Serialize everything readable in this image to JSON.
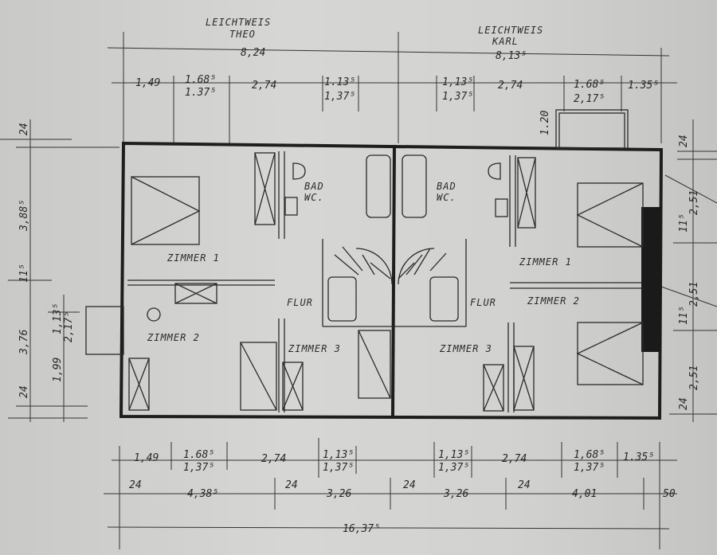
{
  "owners": {
    "left": {
      "surname": "LEICHTWEIS",
      "first": "THEO",
      "width": "8,24"
    },
    "right": {
      "surname": "LEICHTWEIS",
      "first": "KARL",
      "width": "8,13⁵"
    }
  },
  "dims_top": [
    "1,49",
    "1.68⁵",
    "1.37⁵",
    "2,74",
    "1.13⁵",
    "1,37⁵",
    "1,13⁵",
    "1,37⁵",
    "2,74",
    "1.68⁵",
    "2,17⁵",
    "1.35⁵",
    "1.20"
  ],
  "dims_bottom1": [
    "1,49",
    "1.68⁵",
    "1,37⁵",
    "2,74",
    "1,13⁵",
    "1,37⁵",
    "1,13⁵",
    "1,37⁵",
    "2,74",
    "1,68⁵",
    "1,37⁵",
    "1.35⁵"
  ],
  "dims_bottom2": [
    "24",
    "4,38⁵",
    "24",
    "3,26",
    "24",
    "3,26",
    "24",
    "4,01",
    "50"
  ],
  "dims_total": "16,37⁵",
  "dims_left": [
    "24",
    "3,88⁵",
    "11⁵",
    "3,76",
    "24",
    "1,13⁵",
    "2,17⁵",
    "1,99"
  ],
  "dims_right": [
    "24",
    "2,51",
    "11⁵",
    "2,51",
    "11⁵",
    "2,51",
    "24"
  ],
  "rooms": {
    "left": {
      "zimmer1": "ZIMMER 1",
      "zimmer2": "ZIMMER 2",
      "zimmer3": "ZIMMER 3",
      "flur": "FLUR",
      "bad": "BAD",
      "wc": "WC."
    },
    "right": {
      "zimmer1": "ZIMMER 1",
      "zimmer2": "ZIMMER 2",
      "zimmer3": "ZIMMER 3",
      "flur": "FLUR",
      "bad": "BAD",
      "wc": "WC."
    }
  }
}
